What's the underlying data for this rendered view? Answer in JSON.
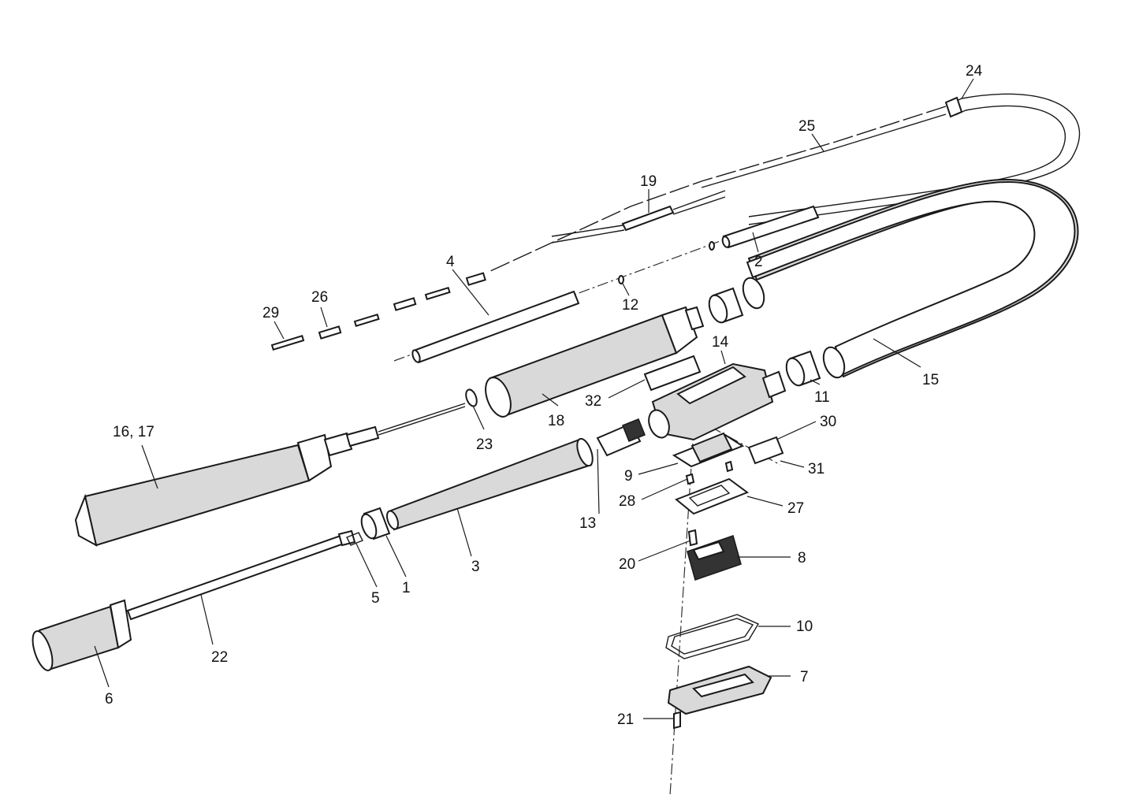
{
  "diagram": {
    "callouts": [
      {
        "id": "c1",
        "label": "1"
      },
      {
        "id": "c2",
        "label": "2"
      },
      {
        "id": "c3",
        "label": "3"
      },
      {
        "id": "c4",
        "label": "4"
      },
      {
        "id": "c5",
        "label": "5"
      },
      {
        "id": "c6",
        "label": "6"
      },
      {
        "id": "c7",
        "label": "7"
      },
      {
        "id": "c8",
        "label": "8"
      },
      {
        "id": "c9",
        "label": "9"
      },
      {
        "id": "c10",
        "label": "10"
      },
      {
        "id": "c11",
        "label": "11"
      },
      {
        "id": "c12",
        "label": "12"
      },
      {
        "id": "c13",
        "label": "13"
      },
      {
        "id": "c14",
        "label": "14"
      },
      {
        "id": "c15",
        "label": "15"
      },
      {
        "id": "c16",
        "label": "16, 17"
      },
      {
        "id": "c18",
        "label": "18"
      },
      {
        "id": "c19",
        "label": "19"
      },
      {
        "id": "c20",
        "label": "20"
      },
      {
        "id": "c21",
        "label": "21"
      },
      {
        "id": "c22",
        "label": "22"
      },
      {
        "id": "c23",
        "label": "23"
      },
      {
        "id": "c24",
        "label": "24"
      },
      {
        "id": "c25",
        "label": "25"
      },
      {
        "id": "c26",
        "label": "26"
      },
      {
        "id": "c27",
        "label": "27"
      },
      {
        "id": "c28",
        "label": "28"
      },
      {
        "id": "c29",
        "label": "29"
      },
      {
        "id": "c30",
        "label": "30"
      },
      {
        "id": "c31",
        "label": "31"
      },
      {
        "id": "c32",
        "label": "32"
      }
    ]
  }
}
